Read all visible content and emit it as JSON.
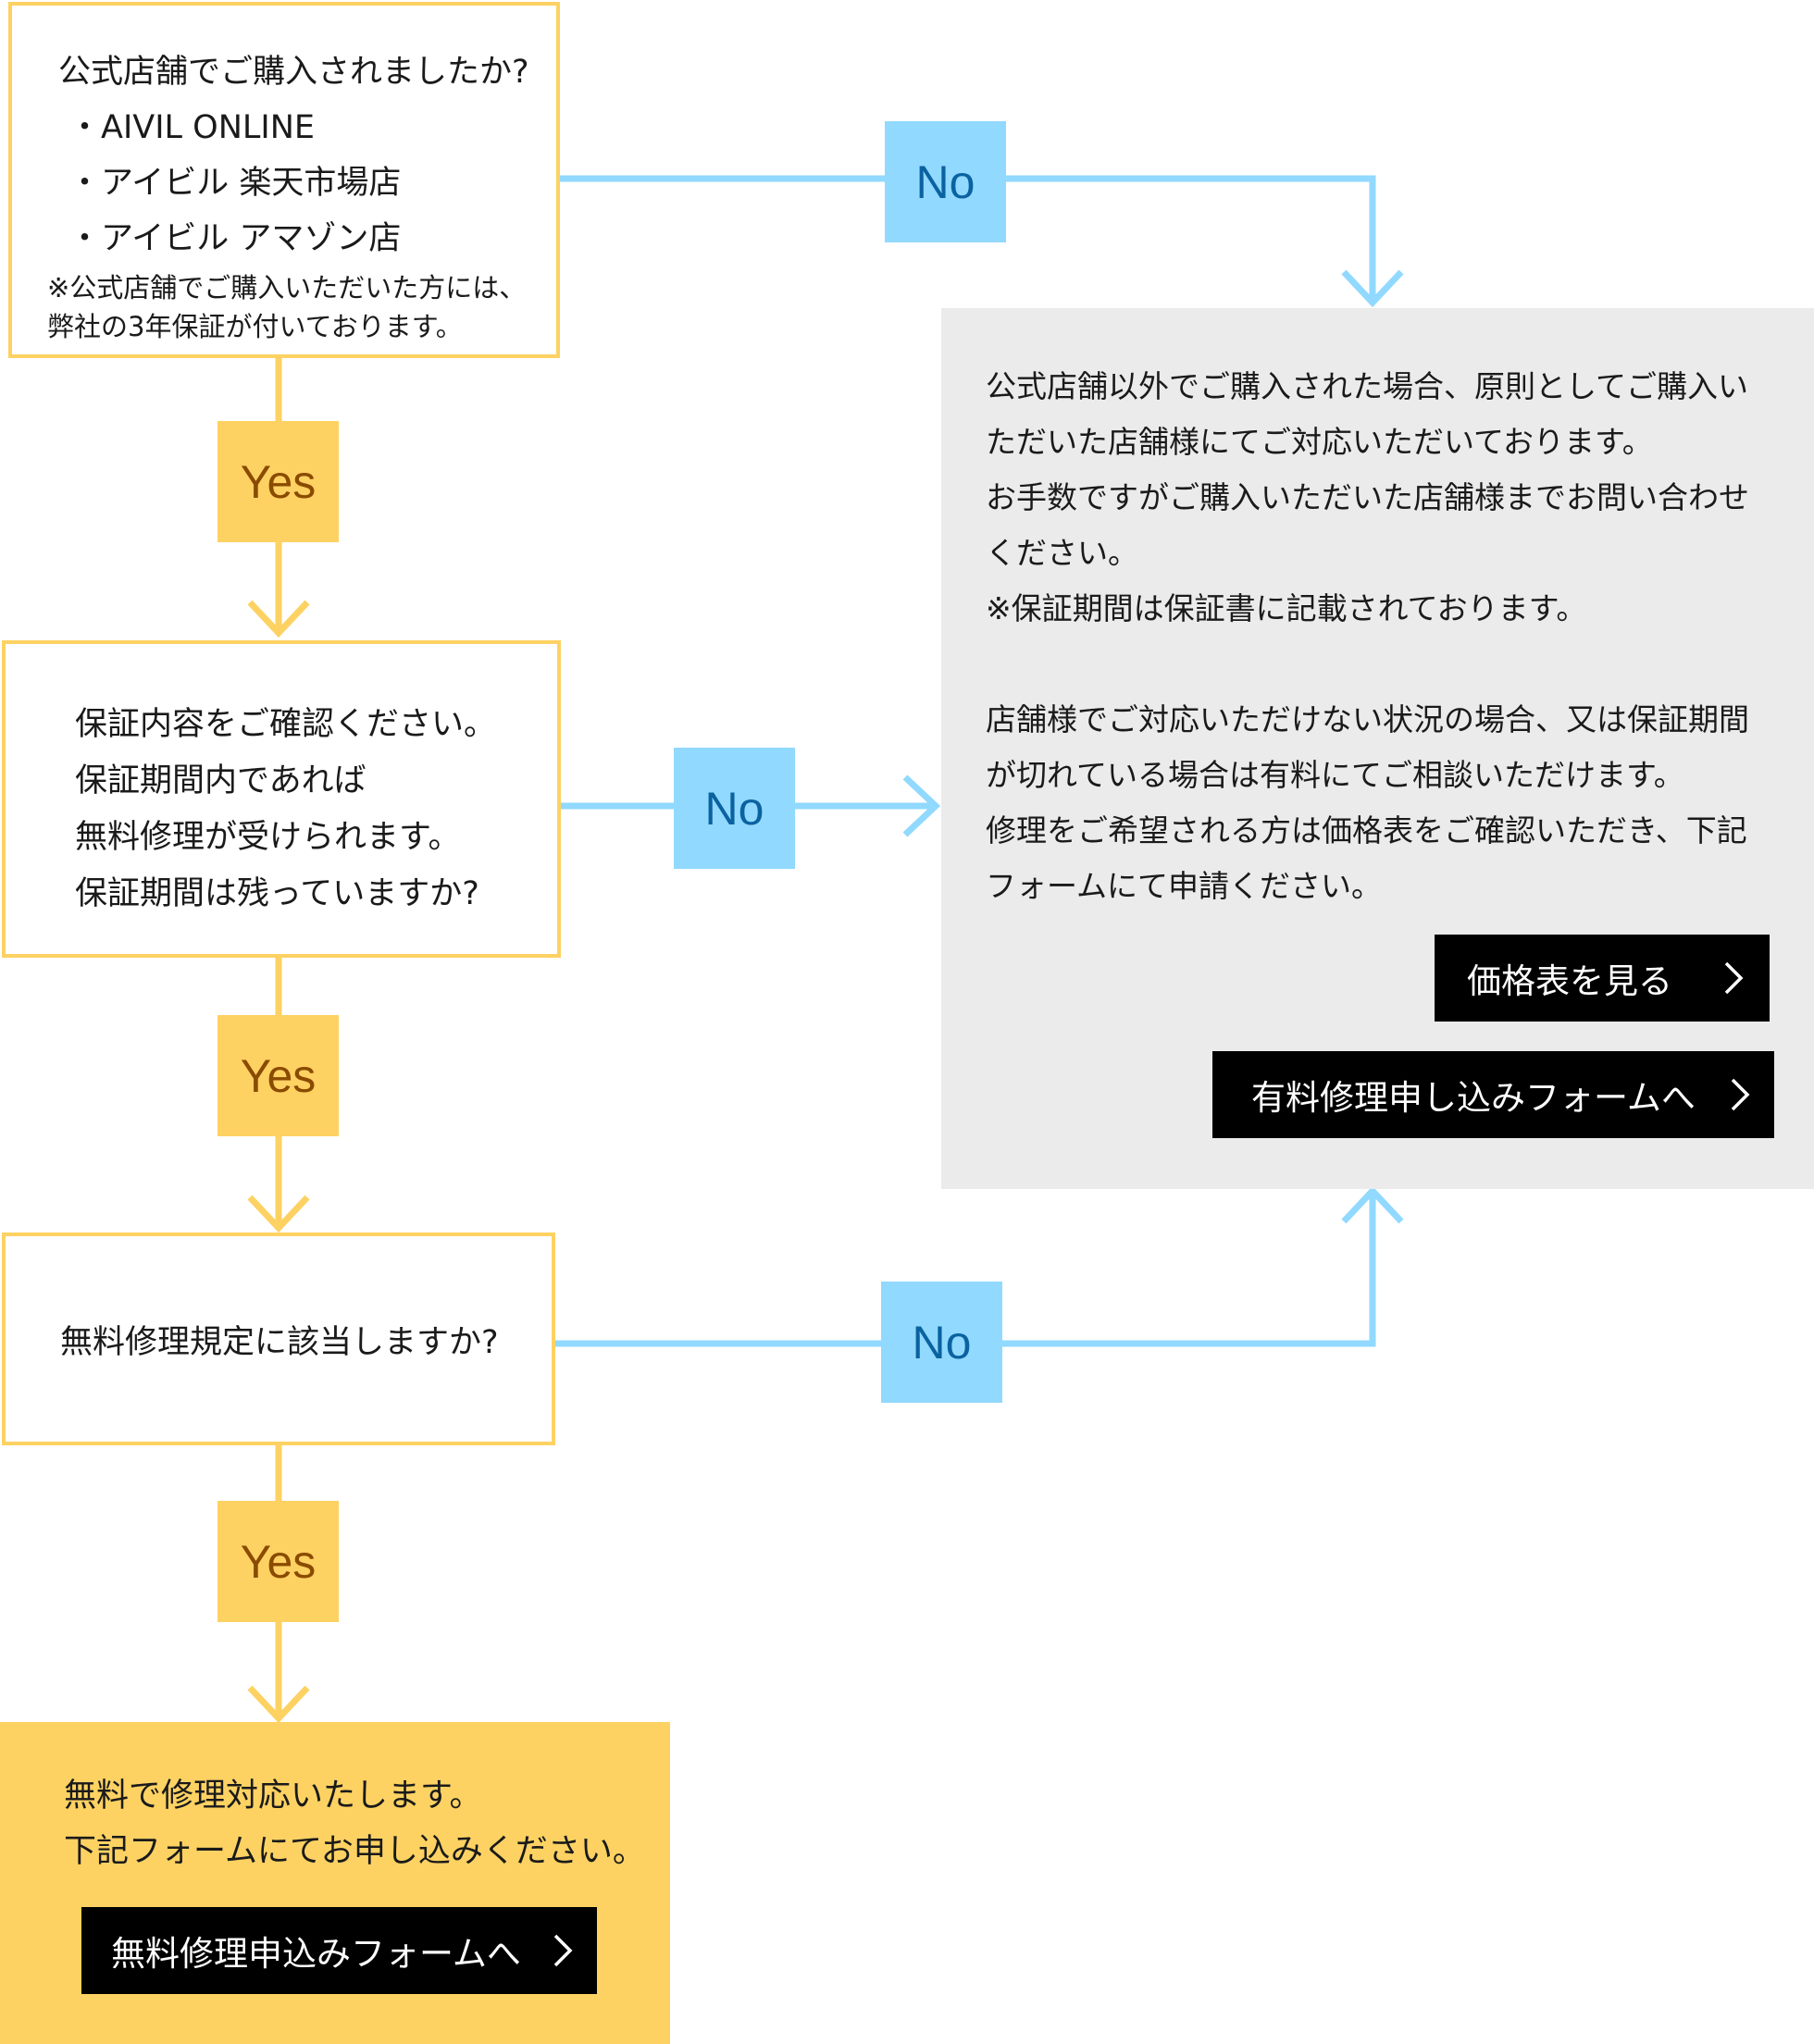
{
  "colors": {
    "yes_accent": "#fdd263",
    "no_accent": "#91d9fe",
    "paid_panel": "#ebebeb",
    "button_bg": "#000000"
  },
  "question1": {
    "title": "公式店舗でご購入されましたか?",
    "stores": [
      "・AIVIL ONLINE",
      "・アイビル 楽天市場店",
      "・アイビル アマゾン店"
    ],
    "note": [
      "※公式店舗でご購入いただいた方には、",
      "弊社の3年保証が付いております。"
    ]
  },
  "question2": {
    "lines": [
      "保証内容をご確認ください。",
      "保証期間内であれば",
      "無料修理が受けられます。",
      "保証期間は残っていますか?"
    ]
  },
  "question3": {
    "text": "無料修理規定に該当しますか?"
  },
  "labels": {
    "yes": "Yes",
    "no": "No"
  },
  "result_free": {
    "lines": [
      "無料で修理対応いたします。",
      "下記フォームにてお申し込みください。"
    ],
    "button_label": "無料修理申込みフォームへ",
    "button_icon": "chevron-right-icon"
  },
  "result_paid": {
    "lines": [
      "公式店舗以外でご購入された場合、原則としてご購入い",
      "ただいた店舗様にてご対応いただいております。",
      "お手数ですがご購入いただいた店舗様までお問い合わせ",
      "ください。",
      "※保証期間は保証書に記載されております。",
      "",
      "店舗様でご対応いただけない状況の場合、又は保証期間",
      "が切れている場合は有料にてご相談いただけます。",
      "修理をご希望される方は価格表をご確認いただき、下記",
      "フォームにて申請ください。"
    ],
    "price_button_label": "価格表を見る",
    "form_button_label": "有料修理申し込みフォームへ",
    "button_icon": "chevron-right-icon"
  }
}
